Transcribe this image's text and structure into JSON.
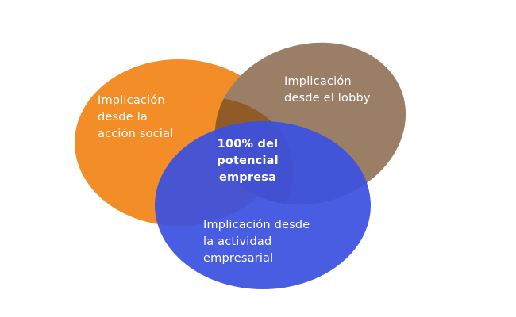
{
  "colors": {
    "social": "#F28D28",
    "lobby": "#9A7E66",
    "social_lobby_overlap": "#915B27",
    "empresarial": "#3B51E0"
  },
  "circles": {
    "social": {
      "lines": [
        "Implicación",
        "desde la",
        "acción social"
      ]
    },
    "lobby": {
      "lines": [
        "Implicación",
        "desde el lobby"
      ]
    },
    "empresarial": {
      "lines": [
        "Implicación desde",
        "la actividad",
        "empresarial"
      ]
    }
  },
  "center": {
    "lines": [
      "100% del",
      "potencial",
      "empresa"
    ]
  }
}
